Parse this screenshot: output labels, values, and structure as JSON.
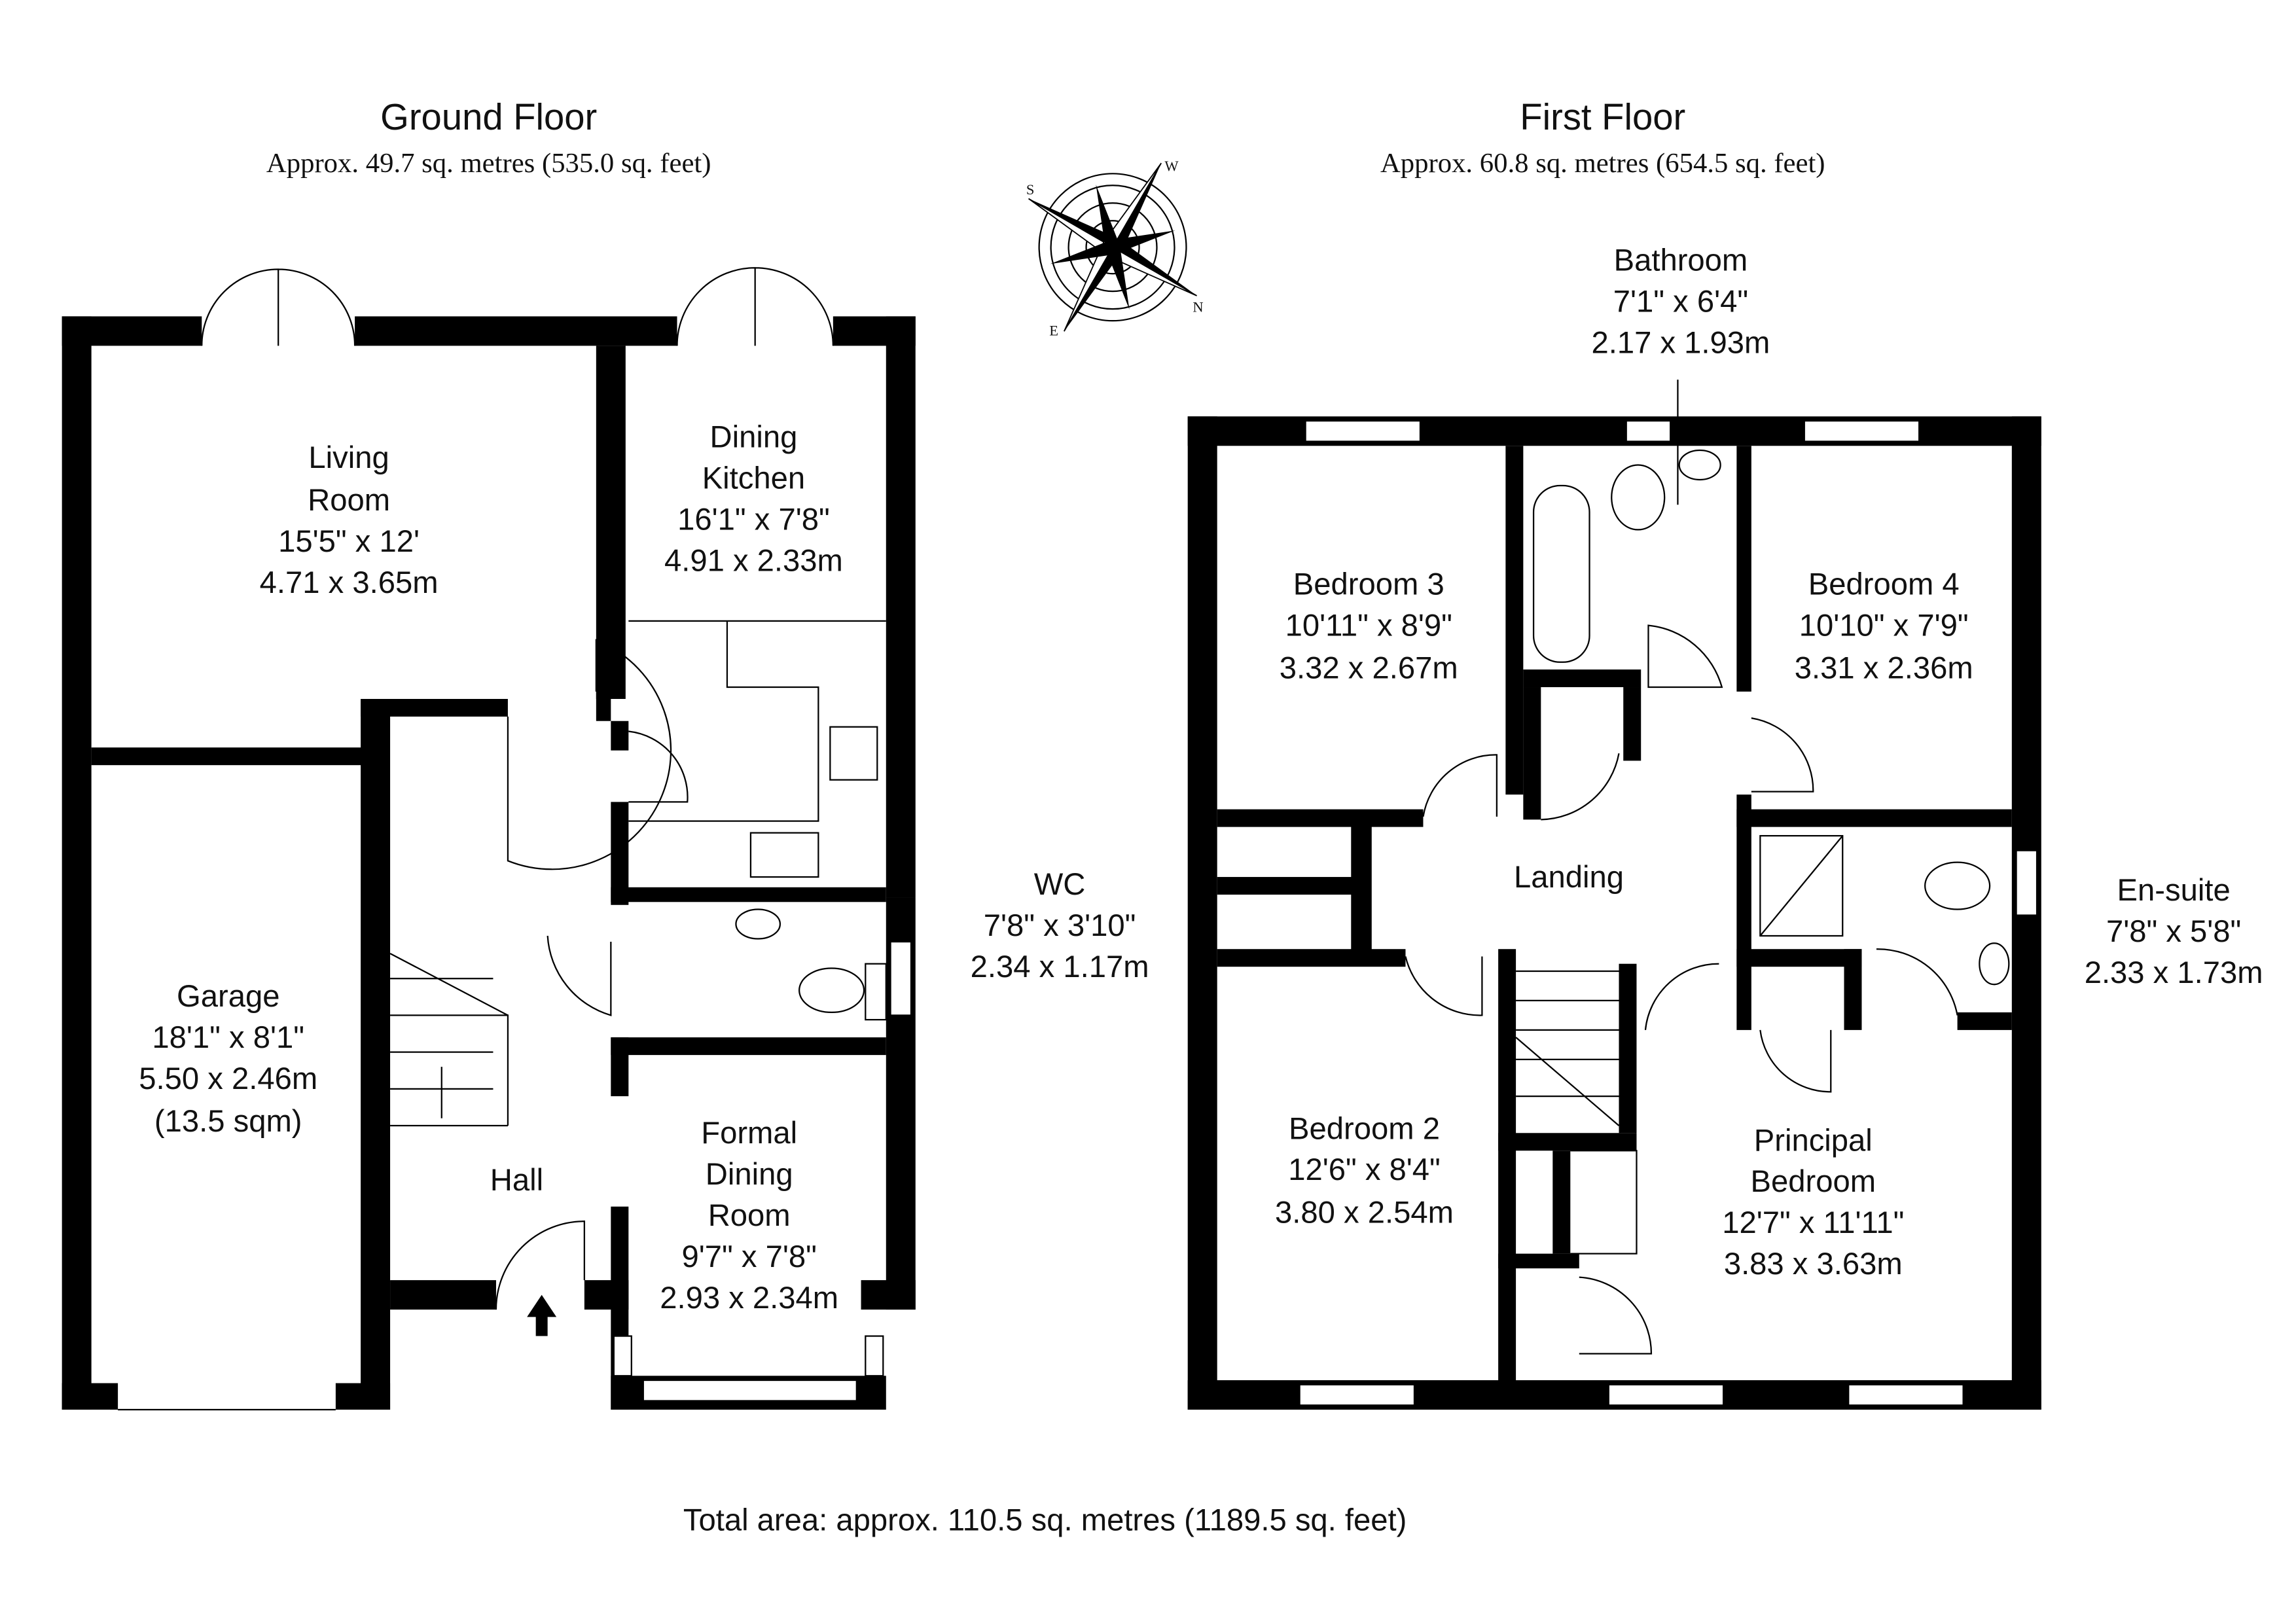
{
  "ground_floor": {
    "title": "Ground Floor",
    "area": "Approx. 49.7 sq. metres (535.0 sq. feet)",
    "rooms": [
      {
        "name_lines": [
          "Living",
          "Room"
        ],
        "imperial": "15'5\" x 12'",
        "metric": "4.71 x 3.65m"
      },
      {
        "name_lines": [
          "Dining",
          "Kitchen"
        ],
        "imperial": "16'1\" x 7'8\"",
        "metric": "4.91 x 2.33m"
      },
      {
        "name_lines": [
          "Garage"
        ],
        "imperial": "18'1\" x 8'1\"",
        "metric": "5.50 x 2.46m",
        "extra": "(13.5 sqm)"
      },
      {
        "name_lines": [
          "WC"
        ],
        "imperial": "7'8\" x 3'10\"",
        "metric": "2.34 x 1.17m"
      },
      {
        "name_lines": [
          "Hall"
        ]
      },
      {
        "name_lines": [
          "Formal",
          "Dining",
          "Room"
        ],
        "imperial": "9'7\" x 7'8\"",
        "metric": "2.93 x 2.34m"
      }
    ]
  },
  "first_floor": {
    "title": "First Floor",
    "area": "Approx. 60.8 sq. metres (654.5 sq. feet)",
    "rooms": [
      {
        "name_lines": [
          "Bathroom"
        ],
        "imperial": "7'1\" x 6'4\"",
        "metric": "2.17 x 1.93m"
      },
      {
        "name_lines": [
          "Bedroom 3"
        ],
        "imperial": "10'11\" x 8'9\"",
        "metric": "3.32 x 2.67m"
      },
      {
        "name_lines": [
          "Bedroom 4"
        ],
        "imperial": "10'10\" x 7'9\"",
        "metric": "3.31 x 2.36m"
      },
      {
        "name_lines": [
          "Landing"
        ]
      },
      {
        "name_lines": [
          "En-suite"
        ],
        "imperial": "7'8\" x 5'8\"",
        "metric": "2.33 x 1.73m"
      },
      {
        "name_lines": [
          "Bedroom 2"
        ],
        "imperial": "12'6\" x 8'4\"",
        "metric": "3.80 x 2.54m"
      },
      {
        "name_lines": [
          "Principal",
          "Bedroom"
        ],
        "imperial": "12'7\" x 11'11\"",
        "metric": "3.83 x 3.63m"
      }
    ]
  },
  "compass": {
    "labels": [
      "S",
      "W",
      "N",
      "E"
    ]
  },
  "total_area": "Total area: approx. 110.5 sq. metres (1189.5 sq. feet)"
}
